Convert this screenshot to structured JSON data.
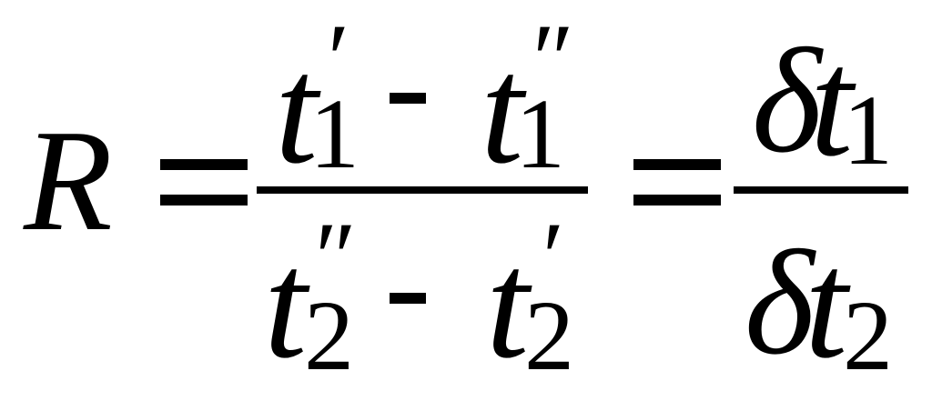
{
  "formula": {
    "lhs": "R",
    "frac1": {
      "num": {
        "a": {
          "base": "t",
          "sub": "1",
          "prime": "′"
        },
        "op": "-",
        "b": {
          "base": "t",
          "sub": "1",
          "prime": "″"
        }
      },
      "den": {
        "a": {
          "base": "t",
          "sub": "2",
          "prime": "″"
        },
        "op": "-",
        "b": {
          "base": "t",
          "sub": "2",
          "prime": "′"
        }
      }
    },
    "frac2": {
      "num": {
        "delta": "δ",
        "base": "t",
        "sub": "1"
      },
      "den": {
        "delta": "δ",
        "base": "t",
        "sub": "2"
      }
    }
  }
}
